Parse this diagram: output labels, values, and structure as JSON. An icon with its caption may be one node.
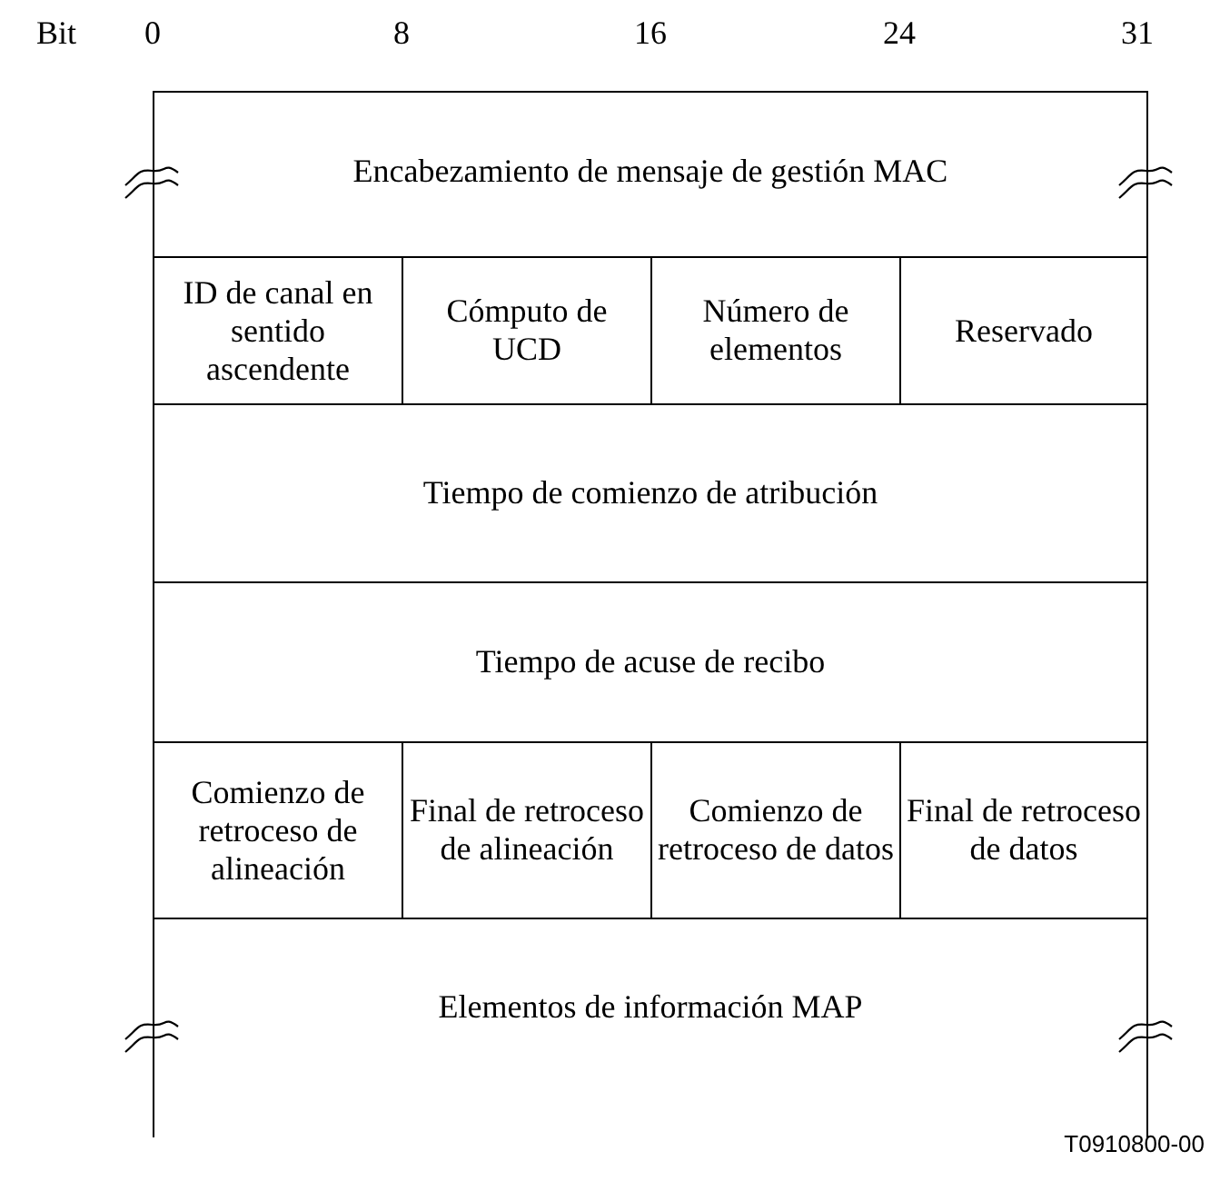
{
  "diagram": {
    "nodes": [
      {
        "text": [
          "Encabezamiento de mensaje de gestión MAC"
        ]
      },
      {
        "text": [
          "ID de canal en sentido ascendente"
        ]
      },
      {
        "text": [
          "Cómputo de UCD"
        ]
      },
      {
        "text": [
          "Número de elementos"
        ]
      },
      {
        "text": [
          "Reservado"
        ]
      },
      {
        "text": [
          "Tiempo de comienzo de atribución"
        ]
      },
      {
        "text": [
          "Tiempo de acuse de recibo"
        ]
      },
      {
        "text": [
          "Comienzo de retroceso de alineación"
        ]
      },
      {
        "text": [
          "Final de retroceso de alineación"
        ]
      },
      {
        "text": [
          "Comienzo de retroceso de datos"
        ]
      },
      {
        "text": [
          "Final de retroceso de datos"
        ]
      },
      {
        "text": [
          "Elementos de información MAP"
        ]
      }
    ],
    "labels": [
      "Bit",
      "0",
      "8",
      "16",
      "24",
      "31",
      "T0910800-00"
    ]
  }
}
